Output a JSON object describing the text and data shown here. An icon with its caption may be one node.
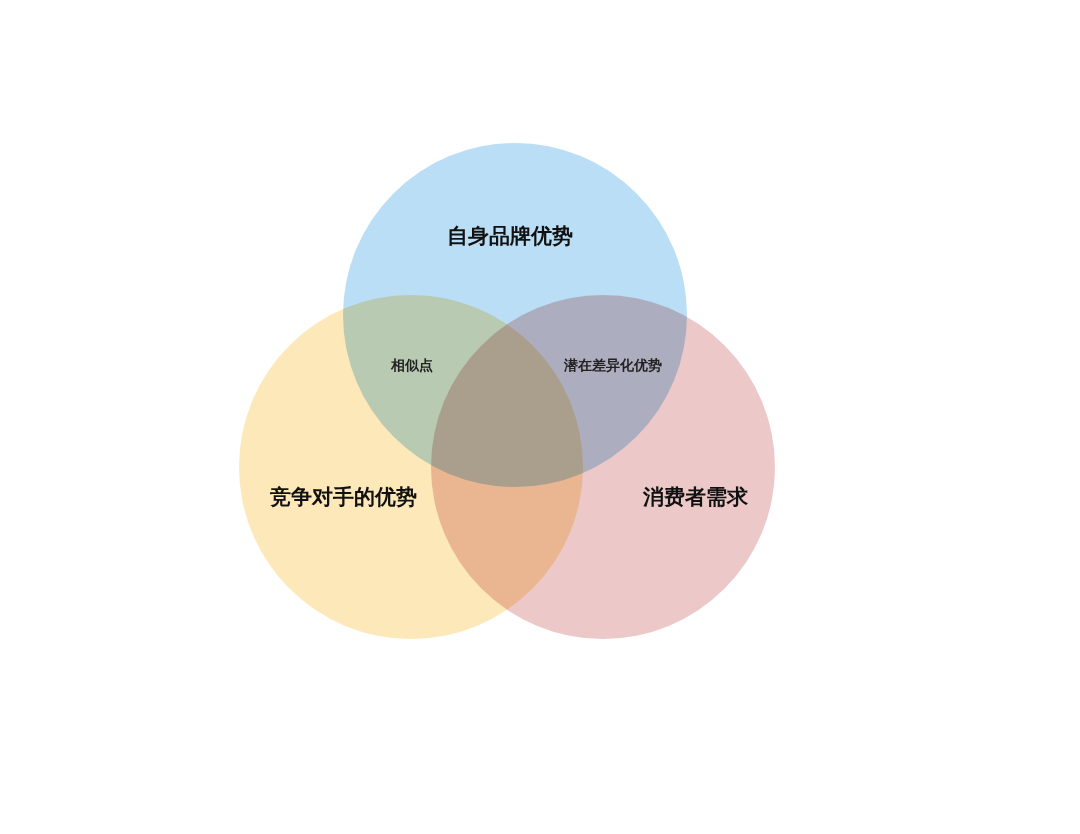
{
  "diagram": {
    "nodes": [
      {
        "text": [
          "自身品牌优势"
        ]
      },
      {
        "text": [
          "竞争对手的优势"
        ]
      },
      {
        "text": [
          "消费者需求"
        ]
      }
    ],
    "labels": [
      "相似点",
      "潜在差异化优势"
    ]
  }
}
